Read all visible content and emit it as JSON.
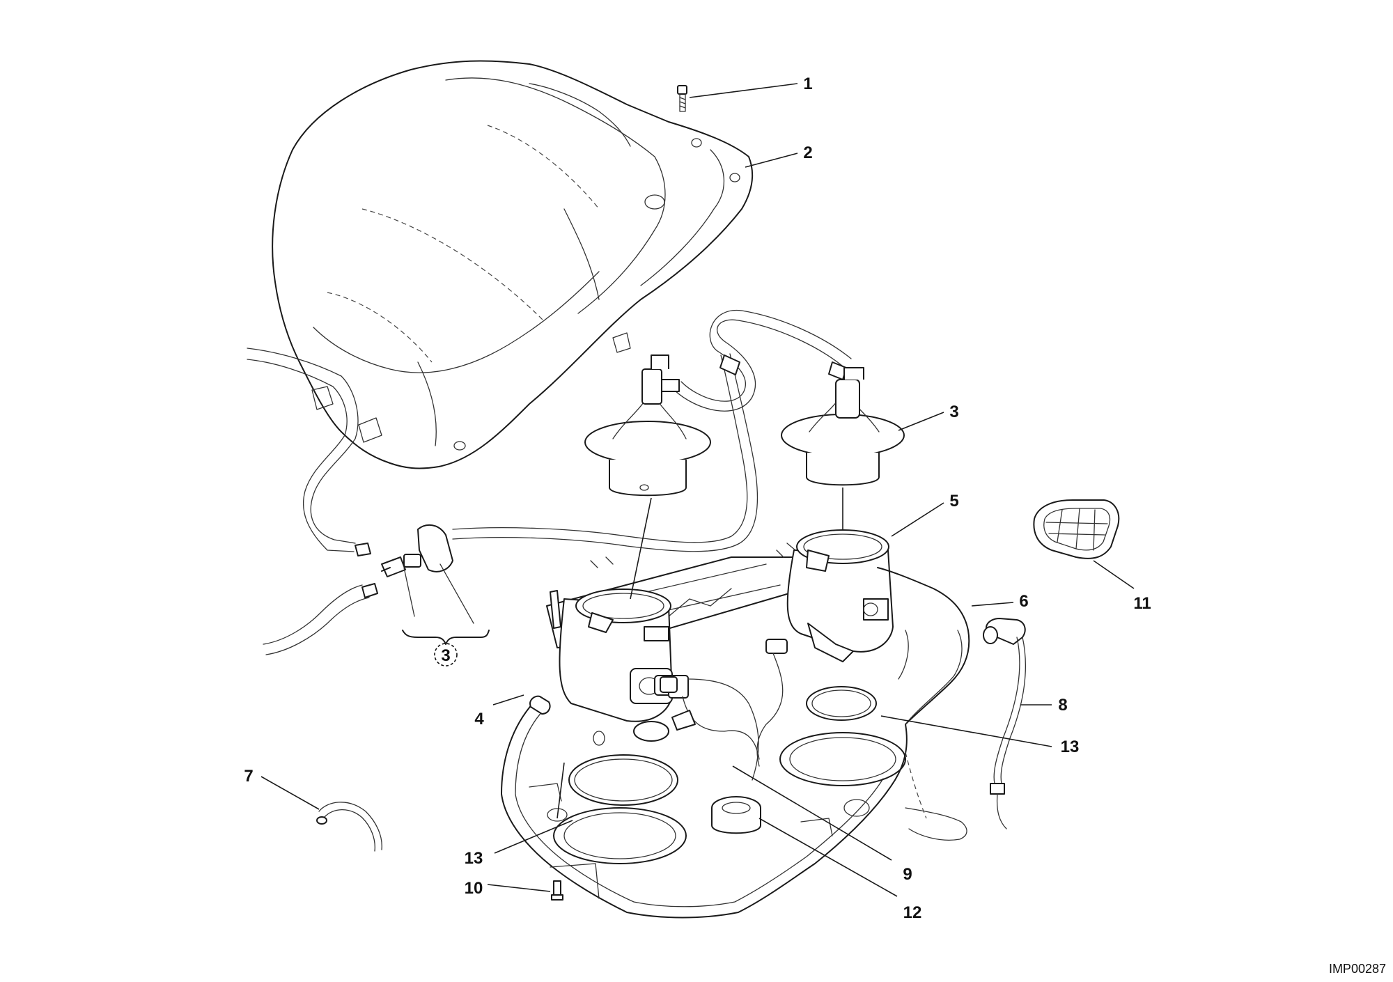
{
  "diagram": {
    "callouts": [
      "1",
      "2",
      "3",
      "3",
      "4",
      "5",
      "6",
      "7",
      "8",
      "9",
      "10",
      "11",
      "12",
      "13",
      "13"
    ],
    "ref_code": "IMP00287"
  }
}
